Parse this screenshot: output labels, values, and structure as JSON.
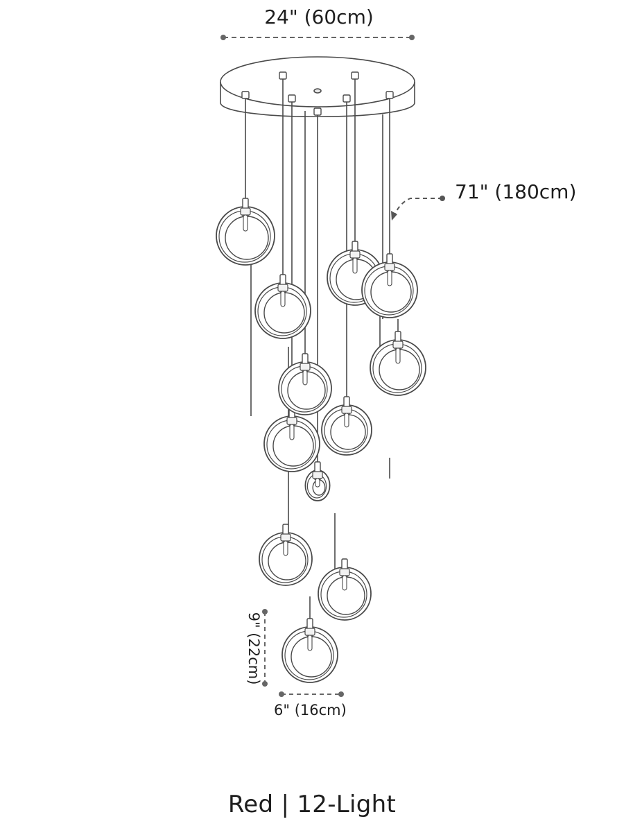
{
  "product": {
    "variant": "Red",
    "separator": "|",
    "light_count": "12-Light",
    "caption": "Red | 12-Light"
  },
  "dimensions": {
    "canopy_width": "24\" (60cm)",
    "overall_drop": "71\" (180cm)",
    "shade_height": "9\" (22cm)",
    "shade_width": "6\" (16cm)"
  },
  "drawing": {
    "pendant_count": 12,
    "line_color": "#4a4a4a",
    "dimension_color": "#555555"
  }
}
